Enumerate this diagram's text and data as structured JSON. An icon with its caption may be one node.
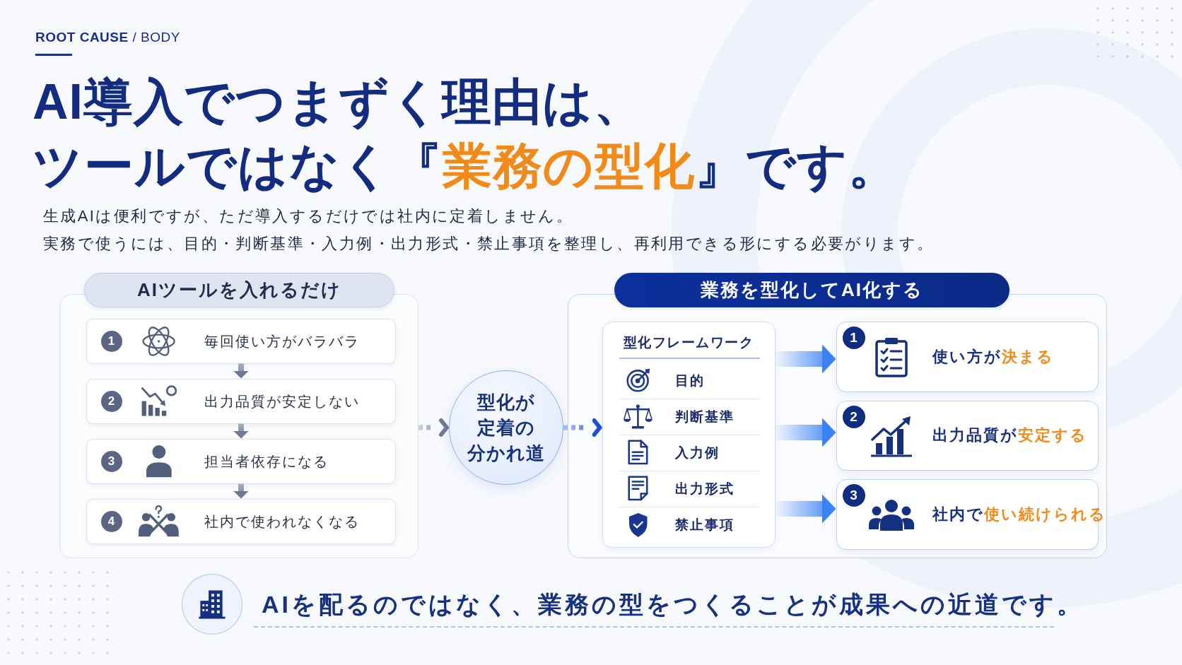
{
  "diagram": {
    "title": "AI導入でつまずく理由は、ツールではなく『**業務の型化**』です。",
    "nodes": [
      {
        "text": [
          "AIツールを入れるだけ"
        ]
      },
      {
        "text": [
          "1",
          "毎回使い方がバラバラ"
        ],
        "in": 0
      },
      {
        "text": [
          "2",
          "出力品質が安定しない"
        ],
        "in": 0
      },
      {
        "text": [
          "3",
          "担当者依存になる"
        ],
        "in": 0
      },
      {
        "text": [
          "4",
          "社内で使われなくなる"
        ],
        "in": 0
      },
      {
        "text": [
          "型化が定着の分かれ道"
        ]
      },
      {
        "text": [
          "業務を型化してAI化する"
        ]
      },
      {
        "text": [
          "型化フレームワーク",
          "目的",
          "判断基準",
          "入力例",
          "出力形式",
          "禁止事項"
        ],
        "in": 6
      },
      {
        "text": [
          "1",
          "使い方が**決まる**"
        ],
        "in": 6
      },
      {
        "text": [
          "2",
          "出力品質が**安定する**"
        ],
        "in": 6
      },
      {
        "text": [
          "3",
          "社内で**使い続けられる**"
        ],
        "in": 6
      }
    ],
    "edges": [
      {
        "from": 1,
        "to": 2,
        "arrow": "to",
        "style": "thick"
      },
      {
        "from": 2,
        "to": 3,
        "arrow": "to",
        "style": "thick"
      },
      {
        "from": 3,
        "to": 4,
        "arrow": "to",
        "style": "thick"
      },
      {
        "from": 0,
        "to": 5,
        "arrow": "to",
        "style": "dashed"
      },
      {
        "from": 5,
        "to": 7,
        "arrow": "to",
        "style": "dashed",
        "color": "#1d4ed8"
      },
      {
        "from": 7,
        "to": 8,
        "arrow": "to",
        "style": "thick",
        "color": "#3b82f6"
      },
      {
        "from": 7,
        "to": 9,
        "arrow": "to",
        "style": "thick",
        "color": "#3b82f6"
      },
      {
        "from": 7,
        "to": 10,
        "arrow": "to",
        "style": "thick",
        "color": "#3b82f6"
      }
    ],
    "labels": [
      "**ROOT CAUSE** / BODY",
      "生成AIは便利ですが、ただ導入するだけでは社内に定着しません。",
      "実務で使うには、目的・判断基準・入力例・出力形式・禁止事項を整理し、再利用できる形にする必要がります。",
      "AIを配るのではなく、業務の型をつくることが成果への近道です。"
    ]
  }
}
